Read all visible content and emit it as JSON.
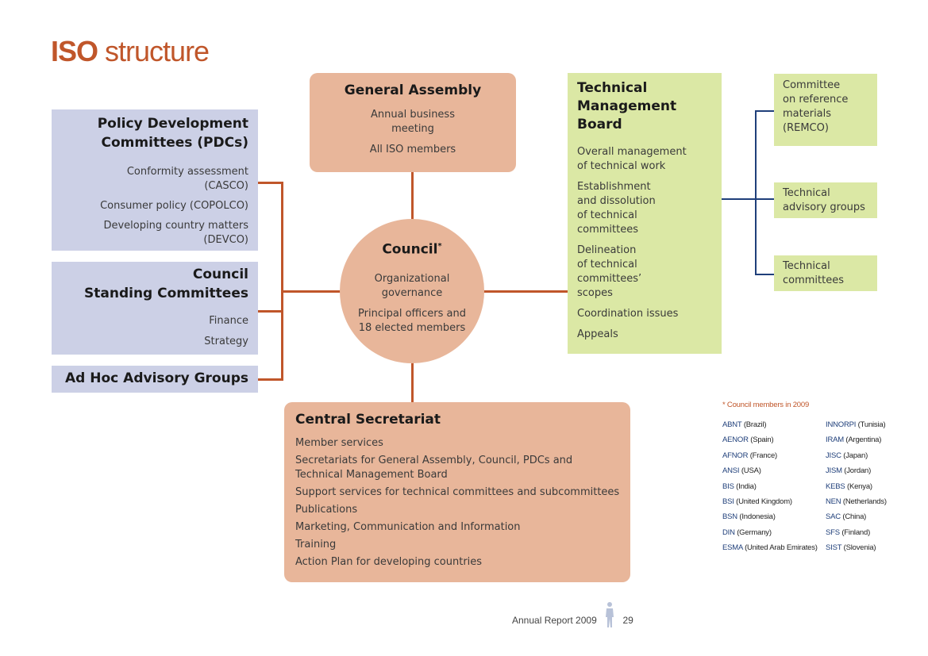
{
  "title": {
    "bold": "ISO",
    "rest": "structure"
  },
  "pdc": {
    "heading1": "Policy Development",
    "heading2": "Committees (PDCs)",
    "items": [
      "Conformity assessment",
      "(CASCO)",
      "Consumer policy (COPOLCO)",
      "Developing country matters",
      "(DEVCO)"
    ]
  },
  "csc": {
    "heading1": "Council",
    "heading2": "Standing Committees",
    "items": [
      "Finance",
      "Strategy"
    ]
  },
  "adhoc": {
    "heading": "Ad Hoc Advisory Groups"
  },
  "general_assembly": {
    "heading": "General Assembly",
    "items": [
      "Annual business",
      "meeting",
      "All ISO members"
    ]
  },
  "council": {
    "heading": "Council",
    "marker": "*",
    "items": [
      "Organizational",
      "governance",
      "Principal officers and",
      "18 elected members"
    ]
  },
  "tmb": {
    "heading": [
      "Technical",
      "Management",
      "Board"
    ],
    "items": [
      "Overall management",
      "of technical work",
      "Establishment",
      "and dissolution",
      "of technical",
      "committees",
      "Delineation",
      "of technical",
      "committees’",
      "scopes",
      "Coordination issues",
      "Appeals"
    ]
  },
  "remco": {
    "lines": [
      "Committee",
      "on reference",
      "materials",
      "(REMCO)"
    ]
  },
  "tag": {
    "lines": [
      "Technical",
      "advisory groups"
    ]
  },
  "tc": {
    "lines": [
      "Technical",
      "committees"
    ]
  },
  "central_secretariat": {
    "heading": "Central Secretariat",
    "items": [
      "Member services",
      "Secretariats for General Assembly, Council, PDCs and",
      "Technical Management Board",
      "Support services for technical committees and subcommittees",
      "Publications",
      "Marketing, Communication and Information",
      "Training",
      "Action Plan for developing countries"
    ]
  },
  "legend": {
    "title": "* Council members in 2009",
    "left": [
      {
        "code": "ABNT",
        "country": "(Brazil)"
      },
      {
        "code": "AENOR",
        "country": "(Spain)"
      },
      {
        "code": "AFNOR",
        "country": "(France)"
      },
      {
        "code": "ANSI",
        "country": "(USA)"
      },
      {
        "code": "BIS",
        "country": "(India)"
      },
      {
        "code": "BSI",
        "country": "(United Kingdom)"
      },
      {
        "code": "BSN",
        "country": "(Indonesia)"
      },
      {
        "code": "DIN",
        "country": "(Germany)"
      },
      {
        "code": "ESMA",
        "country": "(United Arab Emirates)"
      }
    ],
    "right": [
      {
        "code": "INNORPI",
        "country": "(Tunisia)"
      },
      {
        "code": "IRAM",
        "country": "(Argentina)"
      },
      {
        "code": "JISC",
        "country": "(Japan)"
      },
      {
        "code": "JISM",
        "country": "(Jordan)"
      },
      {
        "code": "KEBS",
        "country": "(Kenya)"
      },
      {
        "code": "NEN",
        "country": "(Netherlands)"
      },
      {
        "code": "SAC",
        "country": "(China)"
      },
      {
        "code": "SFS",
        "country": "(Finland)"
      },
      {
        "code": "SIST",
        "country": "(Slovenia)"
      }
    ]
  },
  "footer": {
    "report": "Annual Report 2009",
    "page": "29"
  },
  "colors": {
    "orange": "#c0562a",
    "navy": "#1f3f7a",
    "blue_box": "#ccd0e6",
    "salmon_box": "#e8b69a",
    "green_box": "#dbe8a5"
  }
}
